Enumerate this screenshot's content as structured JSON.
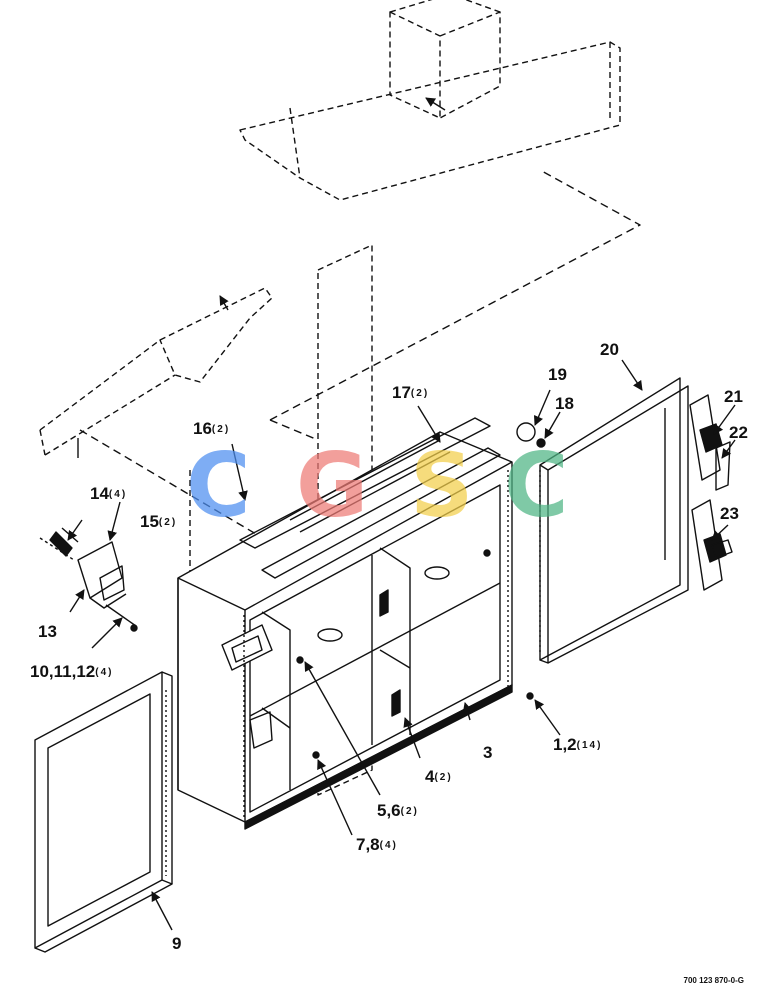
{
  "watermark": {
    "letters": [
      {
        "char": "C",
        "color": "#4d8ef0"
      },
      {
        "char": "G",
        "color": "#ee7b76"
      },
      {
        "char": "S",
        "color": "#f3cf4a"
      },
      {
        "char": "C",
        "color": "#4fb585"
      }
    ]
  },
  "callouts": {
    "c1_2": {
      "num": "1,2",
      "qty": "(14)"
    },
    "c3": {
      "num": "3",
      "qty": ""
    },
    "c4": {
      "num": "4",
      "qty": "(2)"
    },
    "c5_6": {
      "num": "5,6",
      "qty": "(2)"
    },
    "c7_8": {
      "num": "7,8",
      "qty": "(4)"
    },
    "c9": {
      "num": "9",
      "qty": ""
    },
    "c10_12": {
      "num": "10,11,12",
      "qty": "(4)"
    },
    "c13": {
      "num": "13",
      "qty": ""
    },
    "c14": {
      "num": "14",
      "qty": "(4)"
    },
    "c15": {
      "num": "15",
      "qty": "(2)"
    },
    "c16": {
      "num": "16",
      "qty": "(2)"
    },
    "c17": {
      "num": "17",
      "qty": "(2)"
    },
    "c18": {
      "num": "18",
      "qty": ""
    },
    "c19": {
      "num": "19",
      "qty": ""
    },
    "c20": {
      "num": "20",
      "qty": ""
    },
    "c21": {
      "num": "21",
      "qty": ""
    },
    "c22": {
      "num": "22",
      "qty": ""
    },
    "c23": {
      "num": "23",
      "qty": ""
    }
  },
  "figure_number": "700 123 870-0-G"
}
